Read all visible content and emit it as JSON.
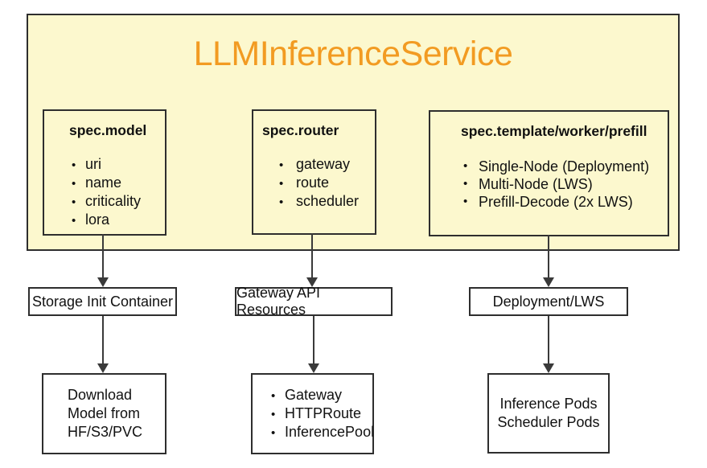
{
  "title": "LLMInferenceService",
  "colors": {
    "container_fill": "#fcf8ce",
    "border_color": "#2e2e2e",
    "title_color": "#f29b22",
    "arrow_color": "#3a3a3a",
    "text_color": "#111111",
    "box_fill": "#ffffff",
    "page_bg": "#ffffff"
  },
  "spec_boxes": [
    {
      "header": "spec.model",
      "items": [
        "uri",
        "name",
        "criticality",
        "lora"
      ]
    },
    {
      "header": "spec.router",
      "items": [
        "gateway",
        "route",
        "scheduler"
      ]
    },
    {
      "header": "spec.template/worker/prefill",
      "items": [
        "Single-Node (Deployment)",
        "Multi-Node (LWS)",
        "Prefill-Decode (2x LWS)"
      ]
    }
  ],
  "mid_boxes": [
    {
      "label": "Storage Init Container"
    },
    {
      "label": "Gateway API Resources"
    },
    {
      "label": "Deployment/LWS"
    }
  ],
  "bottom_boxes": {
    "download": {
      "lines": [
        "Download",
        "Model from",
        "HF/S3/PVC"
      ]
    },
    "gateway_resources": {
      "items": [
        "Gateway",
        "HTTPRoute",
        "InferencePool"
      ]
    },
    "pods": {
      "lines": [
        "Inference Pods",
        "Scheduler Pods"
      ]
    }
  }
}
